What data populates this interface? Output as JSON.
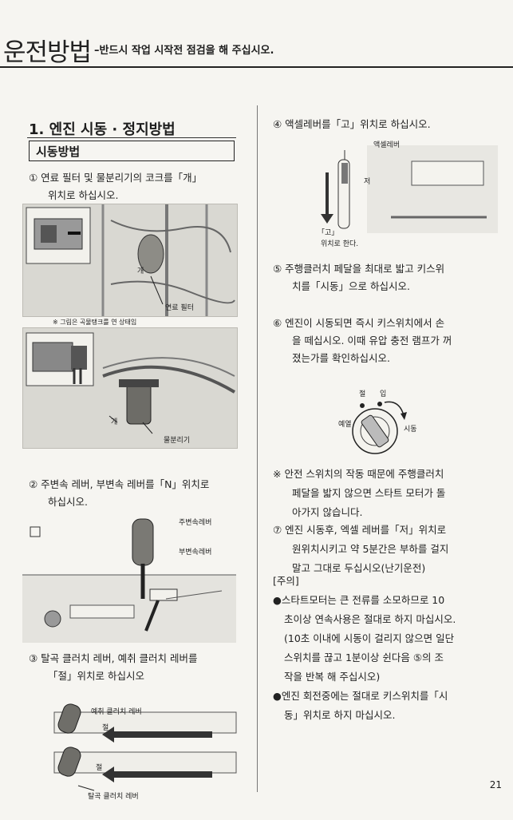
{
  "header": {
    "title": "운전방법",
    "subtitle": "–반드시 작업 시작전 점검을 해 주십시오."
  },
  "left": {
    "section_title": "1. 엔진 시동 · 정지방법",
    "subsection": "시동방법",
    "step1_l1": "① 연료 필터 및 물분리기의 코크를「개」",
    "step1_l2": "위치로 하십시오.",
    "photo1_label_open": "개",
    "photo1_label_filter": "연료 필터",
    "photo1_note": "※ 그림은 곡물탱크를 연 상태임",
    "photo2_label_open": "개",
    "photo2_label_sep": "물분리기",
    "step2_l1": "② 주변속 레버, 부변속 레버를「N」위치로",
    "step2_l2": "하십시오.",
    "fig2_main_lever": "주변속레버",
    "fig2_sub_lever": "부변속레버",
    "step3_l1": "③ 탈곡 클러치 레버, 예취 클러치 레버를",
    "step3_l2": "「절」위치로 하십시오",
    "fig3_cut_clutch": "예취 클러치 레버",
    "fig3_off1": "절",
    "fig3_off2": "절",
    "fig3_thresh_clutch": "탈곡 클러치 레버"
  },
  "right": {
    "step4": "④ 액셀레버를「고」위치로 하십시오.",
    "fig4_accel": "액셀레버",
    "fig4_low": "저",
    "fig4_high": "「고」",
    "fig4_high_pos": "위치로 한다.",
    "step5_l1": "⑤ 주행클러치 페달을 최대로 밟고 키스위",
    "step5_l2": "치를「시동」으로 하십시오.",
    "step6_l1": "⑥ 엔진이 시동되면 즉시 키스위치에서 손",
    "step6_l2": "을 떼십시오. 이때 유압 충전 램프가 꺼",
    "step6_l3": "졌는가를 확인하십시오.",
    "key_off": "절",
    "key_on": "입",
    "key_preheat": "예열",
    "key_start": "시동",
    "caution_l1": "※ 안전 스위치의 작동 때문에 주행클러치",
    "caution_l2": "페달을 밟지 않으면 스타트 모터가 돌",
    "caution_l3": "아가지 않습니다.",
    "step7_l1": "⑦ 엔진 시동후, 엑셀 레버를「저」위치로",
    "step7_l2": "원위치시키고 약 5분간은 부하를 걸지",
    "step7_l3": "말고 그대로 두십시오(난기운전)",
    "notice_head": "[주의]",
    "notice1_l1": "●스타트모터는 큰 전류를 소모하므로 10",
    "notice1_l2": "초이상 연속사용은 절대로 하지 마십시오.",
    "notice1_l3": "(10초 이내에 시동이 걸리지 않으면 일단",
    "notice1_l4": "스위치를 끊고 1분이상 쉰다음 ⑤의 조",
    "notice1_l5": "작을 반복 해 주십시오)",
    "notice2_l1": "●엔진 회전중에는 절대로 키스위치를「시",
    "notice2_l2": "동」위치로 하지 마십시오."
  },
  "page_number": "21"
}
